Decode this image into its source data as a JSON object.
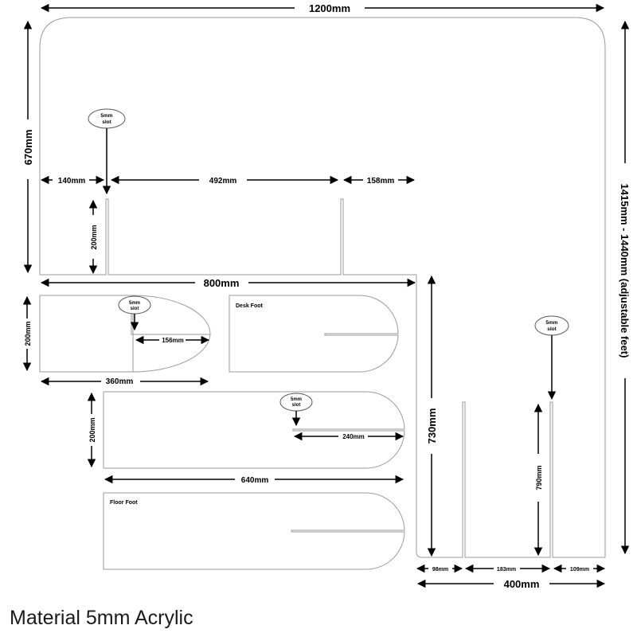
{
  "dimensions": {
    "top_width": "1200mm",
    "left_height": "670mm",
    "total_height": "1415mm - 1440mm (adjustable feet)",
    "seg_140": "140mm",
    "seg_492": "492mm",
    "seg_158": "158mm",
    "slot_depth_200": "200mm",
    "bottom_width_800": "800mm",
    "foot_height_small": "200mm",
    "foot_slot_156": "156mm",
    "foot_width_360": "360mm",
    "foot_height_large": "200mm",
    "foot_slot_240": "240mm",
    "foot_width_640": "640mm",
    "side_height_730": "730mm",
    "side_slot_790": "790mm",
    "seg_98": "98mm",
    "seg_183": "183mm",
    "seg_109": "109mm",
    "side_width_400": "400mm"
  },
  "slot_note": {
    "line1": "5mm",
    "line2": "slot"
  },
  "labels": {
    "desk_foot": "Desk Foot",
    "floor_foot": "Floor Foot"
  },
  "caption": "Material 5mm Acrylic"
}
